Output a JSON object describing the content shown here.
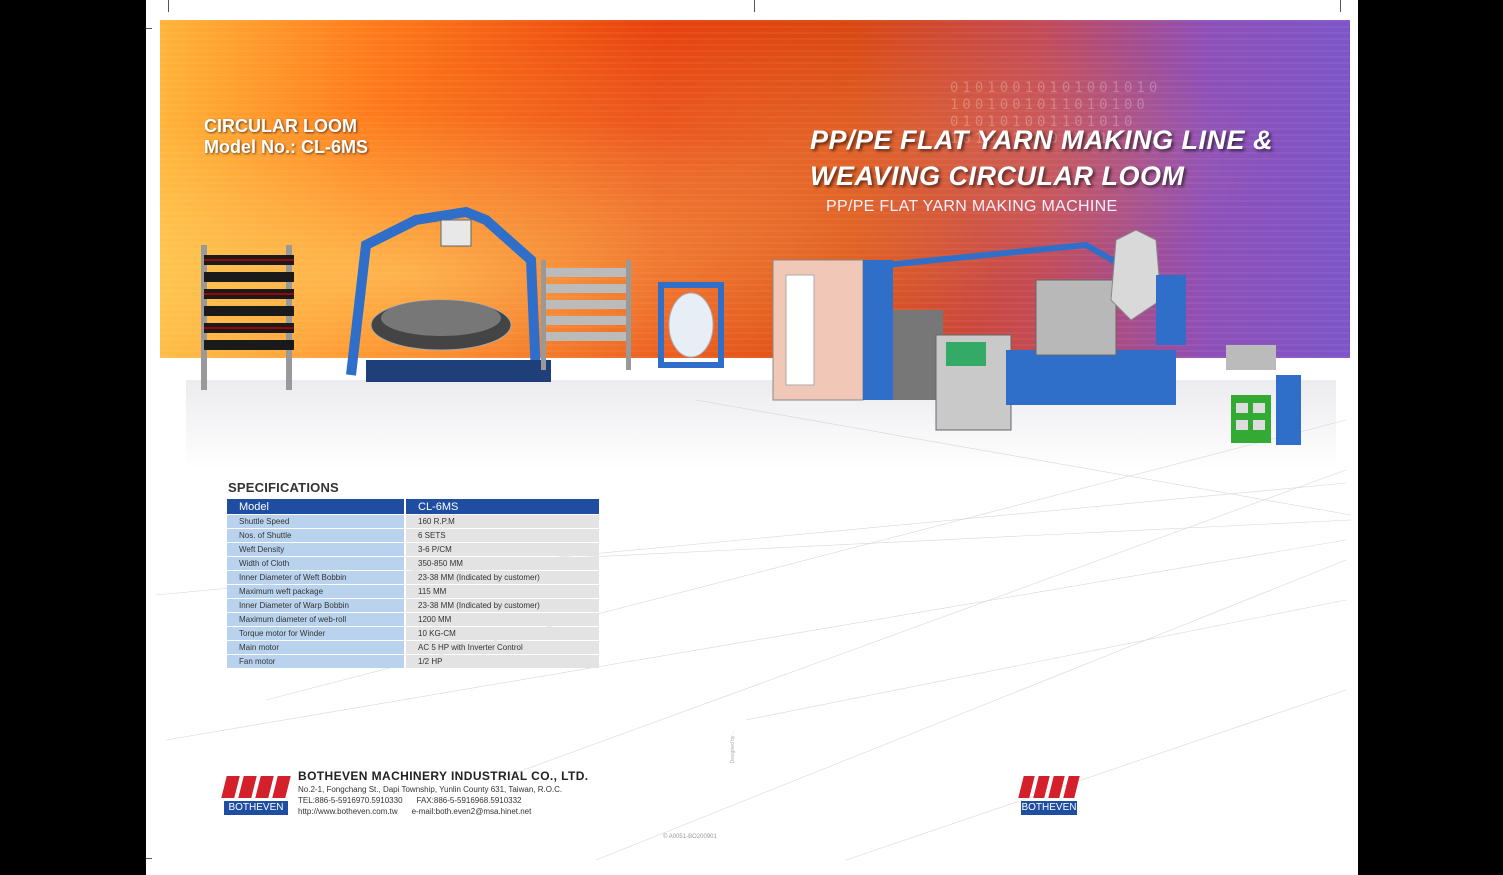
{
  "banner": {
    "loom_title_line1": "CIRCULAR LOOM",
    "loom_title_line2": "Model No.: CL-6MS",
    "main_title_line1": "PP/PE FLAT YARN MAKING LINE &",
    "main_title_line2": "WEAVING CIRCULAR LOOM",
    "subtitle": "PP/PE FLAT YARN MAKING MACHINE",
    "binary_text": "01010010101001010\n1001001011010100\n010101001101010\n10100101001010110",
    "colors": {
      "accent_orange": "#e8410d",
      "accent_purple": "#7c55c8"
    }
  },
  "specs": {
    "title": "SPECIFICATIONS",
    "header": [
      "Model",
      "CL-6MS"
    ],
    "rows": [
      [
        "Shuttle Speed",
        "160 R.P.M"
      ],
      [
        "Nos. of Shuttle",
        "6 SETS"
      ],
      [
        "Weft Density",
        "3-6 P/CM"
      ],
      [
        "Width of Cloth",
        "350-850 MM"
      ],
      [
        "Inner Diameter of Weft Bobbin",
        "23-38 MM (Indicated by customer)"
      ],
      [
        "Maximum weft package",
        "115 MM"
      ],
      [
        "Inner Diameter of Warp Bobbin",
        "23-38 MM (Indicated by customer)"
      ],
      [
        "Maximum diameter of web-roll",
        "1200 MM"
      ],
      [
        "Torque motor for Winder",
        "10 KG-CM"
      ],
      [
        "Main motor",
        "AC 5 HP with Inverter Control"
      ],
      [
        "Fan motor",
        "1/2 HP"
      ]
    ]
  },
  "company": {
    "name": "BOTHEVEN MACHINERY INDUSTRIAL CO., LTD.",
    "address": "No.2-1, Fongchang St., Dapi Township, Yunlin County 631, Taiwan, R.O.C.",
    "tel": "TEL:886-5-5916970.5910330",
    "fax": "FAX:886-5-5916968.5910332",
    "web": "http://www.botheven.com.tw",
    "email": "e-mail:both.even2@msa.hinet.net",
    "logo_text": "BOTHEVEN",
    "logo_red": "#d4202a",
    "logo_blue": "#1f4da2"
  },
  "footer": {
    "catalog_code": "© A0051-BO200901",
    "designer_credit": "Designed by ..."
  }
}
